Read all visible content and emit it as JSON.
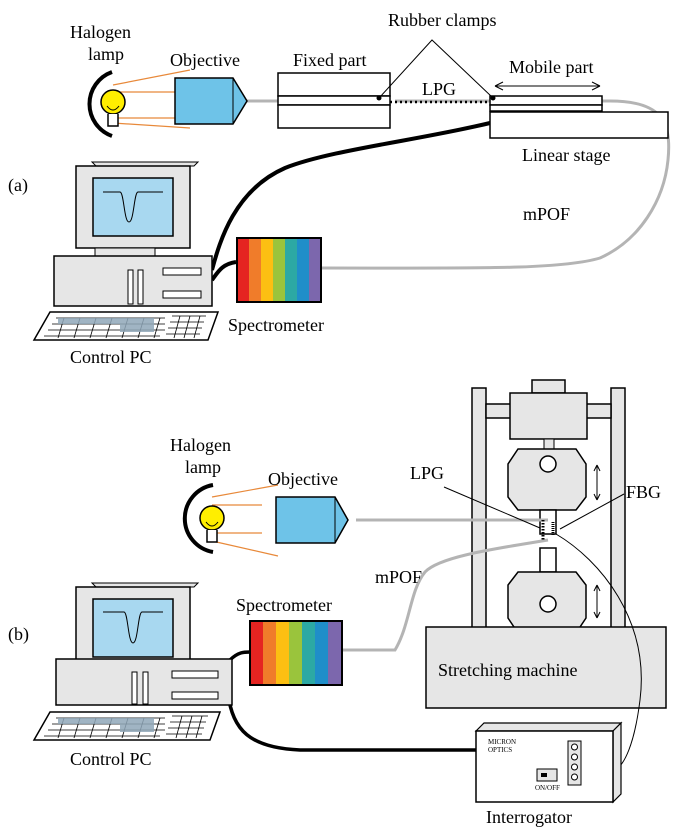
{
  "panel_a": {
    "tag": "(a)",
    "lamp_label_1": "Halogen",
    "lamp_label_2": "lamp",
    "objective": "Objective",
    "fixed_part": "Fixed part",
    "rubber_clamps": "Rubber clamps",
    "mobile_part": "Mobile part",
    "lpg": "LPG",
    "linear_stage": "Linear stage",
    "mpof": "mPOF",
    "spectrometer": "Spectrometer",
    "control_pc": "Control PC"
  },
  "panel_b": {
    "tag": "(b)",
    "lamp_label_1": "Halogen",
    "lamp_label_2": "lamp",
    "objective": "Objective",
    "lpg": "LPG",
    "fbg": "FBG",
    "mpof": "mPOF",
    "spectrometer": "Spectrometer",
    "stretching_machine": "Stretching  machine",
    "control_pc": "Control PC",
    "interrogator": "Interrogator",
    "interrogator_brand_1": "MICRON",
    "interrogator_brand_2": "OPTICS",
    "on_off": "ON/OFF"
  },
  "colors": {
    "lamp_bulb": "#ffee00",
    "objective": "#6ec3e8",
    "screen": "#a8d8f0",
    "machine_body": "#e6e6e6",
    "fiber": "#b4b4b4",
    "light_rays": "#e8893a",
    "spectrum": [
      "#e52421",
      "#f07c2a",
      "#fcbf12",
      "#9ac43c",
      "#2ca9a4",
      "#1f8ec9",
      "#7c67ad"
    ]
  }
}
